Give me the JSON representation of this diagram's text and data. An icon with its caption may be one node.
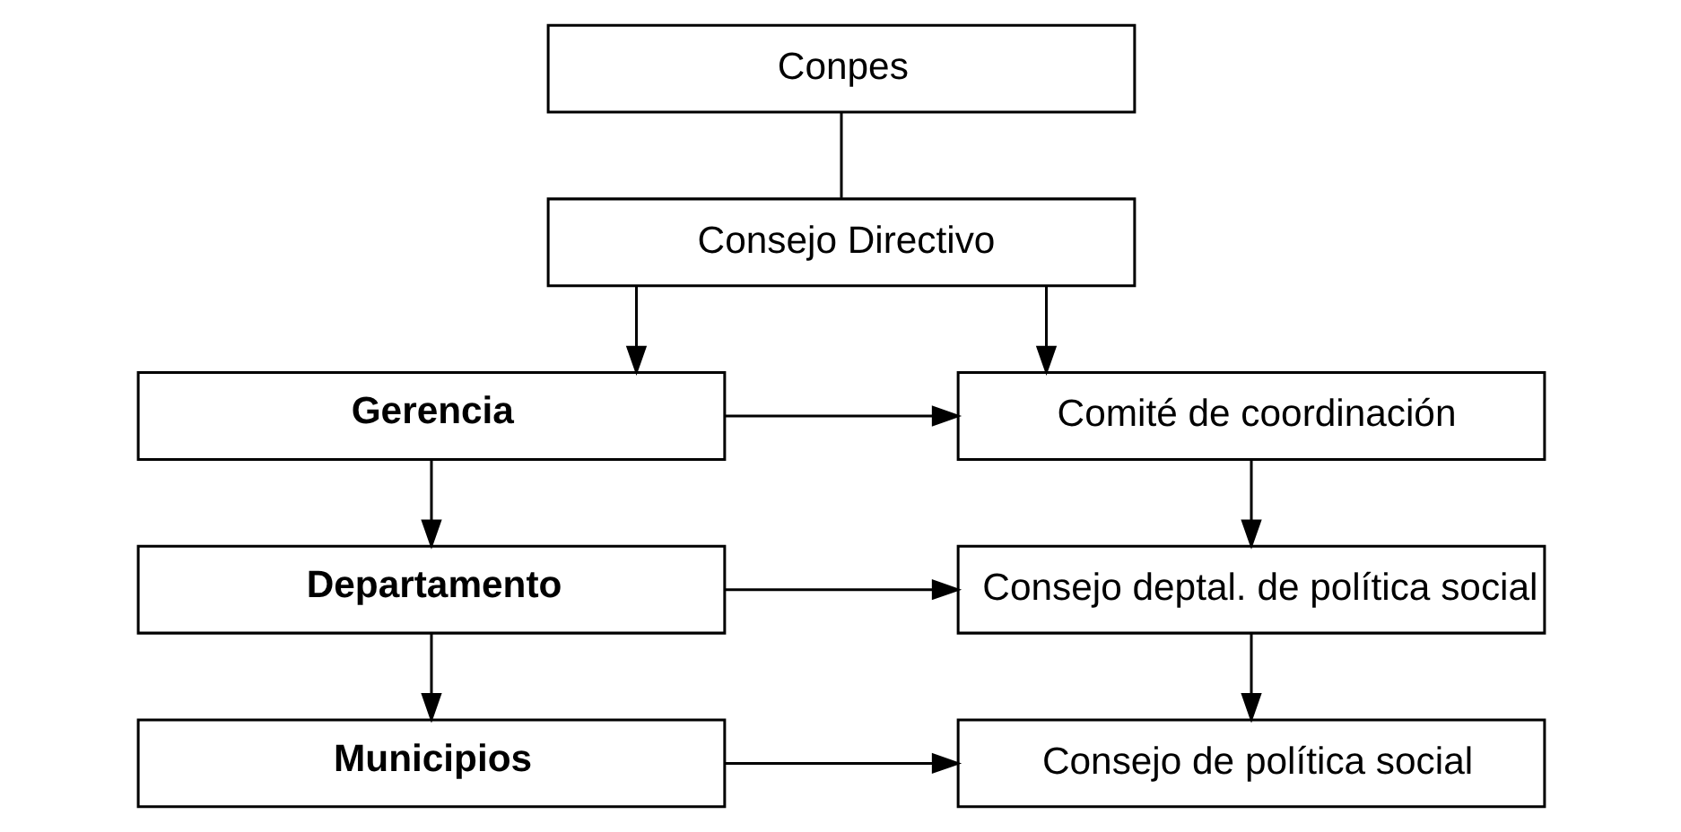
{
  "diagram": {
    "nodes": [
      {
        "text": [
          "Conpes"
        ]
      },
      {
        "text": [
          "Consejo Directivo"
        ]
      },
      {
        "text": [
          "Gerencia"
        ]
      },
      {
        "text": [
          "Comité de coordinación"
        ]
      },
      {
        "text": [
          "Departamento"
        ]
      },
      {
        "text": [
          "Consejo deptal. de política social"
        ]
      },
      {
        "text": [
          "Municipios"
        ]
      },
      {
        "text": [
          "Consejo de política social"
        ]
      }
    ],
    "edges": [
      {
        "from": 0,
        "to": 1,
        "arrow": "none"
      },
      {
        "from": 1,
        "to": 2,
        "arrow": "to"
      },
      {
        "from": 1,
        "to": 3,
        "arrow": "to"
      },
      {
        "from": 2,
        "to": 3,
        "arrow": "to"
      },
      {
        "from": 2,
        "to": 4,
        "arrow": "to"
      },
      {
        "from": 3,
        "to": 5,
        "arrow": "to"
      },
      {
        "from": 4,
        "to": 5,
        "arrow": "to"
      },
      {
        "from": 4,
        "to": 6,
        "arrow": "to"
      },
      {
        "from": 5,
        "to": 7,
        "arrow": "to"
      },
      {
        "from": 6,
        "to": 7,
        "arrow": "to"
      }
    ]
  }
}
